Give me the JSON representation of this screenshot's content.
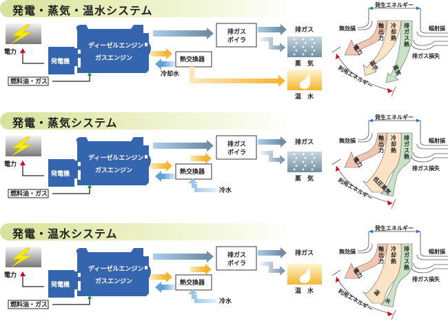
{
  "sections": [
    {
      "title": "発電・蒸気・温水システム",
      "variant": "steam_hotwater",
      "power_label": "電力",
      "fuel_label": "燃料油・ガス",
      "generator_label": "発電機",
      "engine_label_1": "ディーゼルエンジン",
      "engine_label_2": "ガスエンジン",
      "heat_exchanger_label": "熱交換器",
      "boiler_label_1": "排ガス",
      "boiler_label_2": "ボイラ",
      "exhaust_label": "排ガス",
      "water_in_label": "冷却水",
      "outputs": [
        {
          "label": "蒸　気",
          "type": "steam"
        },
        {
          "label": "温　水",
          "type": "hotwater"
        }
      ],
      "sankey": {
        "generated_energy": "発生エネルギー",
        "useful_energy": "利用エネルギー",
        "invalid_loss": "無効損",
        "radiation_loss": "幅射損",
        "exhaust_loss": "排ガス損失",
        "shaft_output": "軸出力",
        "cooling_heat": "冷却熱",
        "exhaust_heat": "排ガス熱",
        "out_power": "電力",
        "out_cooling": "温水",
        "out_exhaust": "蒸気"
      }
    },
    {
      "title": "発電・蒸気システム",
      "variant": "steam",
      "power_label": "電力",
      "fuel_label": "燃料油・ガス",
      "generator_label": "発電機",
      "engine_label_1": "ディーゼルエンジン",
      "engine_label_2": "ガスエンジン",
      "heat_exchanger_label": "熱交換器",
      "boiler_label_1": "排ガス",
      "boiler_label_2": "ボイラ",
      "exhaust_label": "排ガス",
      "water_in_label": "冷水",
      "outputs": [
        {
          "label": "蒸　気",
          "type": "steam"
        }
      ],
      "sankey": {
        "generated_energy": "発生エネルギー",
        "useful_energy": "利用エネルギー",
        "invalid_loss": "無効損",
        "radiation_loss": "幅射損",
        "exhaust_loss": "排ガス損失",
        "shaft_output": "軸出力",
        "cooling_heat": "冷却熱",
        "exhaust_heat": "排ガス熱",
        "out_power": "電力",
        "out_combined": "低圧蒸気"
      }
    },
    {
      "title": "発電・温水システム",
      "variant": "hotwater",
      "power_label": "電力",
      "fuel_label": "燃料油・ガス",
      "generator_label": "発電機",
      "engine_label_1": "ディーゼルエンジン",
      "engine_label_2": "ガスエンジン",
      "heat_exchanger_label": "熱交換器",
      "boiler_label_1": "排ガス",
      "boiler_label_2": "ボイラ",
      "exhaust_label": "排ガス",
      "water_in_label": "冷水",
      "outputs": [
        {
          "label": "温　水",
          "type": "hotwater"
        }
      ],
      "sankey": {
        "generated_energy": "発生エネルギー",
        "useful_energy": "利用エネルギー",
        "invalid_loss": "無効損",
        "radiation_loss": "幅射損",
        "exhaust_loss": "排ガス損失",
        "shaft_output": "軸出力",
        "cooling_heat": "冷却熱",
        "exhaust_heat": "排ガス熱",
        "out_power": "電力",
        "out_combined_1": "温",
        "out_combined_2": "水"
      }
    }
  ],
  "colors": {
    "engine_blue": "#3565ae",
    "title_green": "#d6e19a",
    "power_arrow_red": "#e0001b",
    "fuel_arrow_green": "#1a9a3c",
    "exhaust_blue": "#7c9fba",
    "hot_orange": "#f7b52c",
    "cool_blue": "#62a3dc",
    "lightning_yellow": "#f5ea00",
    "sankey_power": "#f2c6b0",
    "sankey_cooling": "#fbe3c4",
    "sankey_exhaust": "#c8e3c6"
  }
}
